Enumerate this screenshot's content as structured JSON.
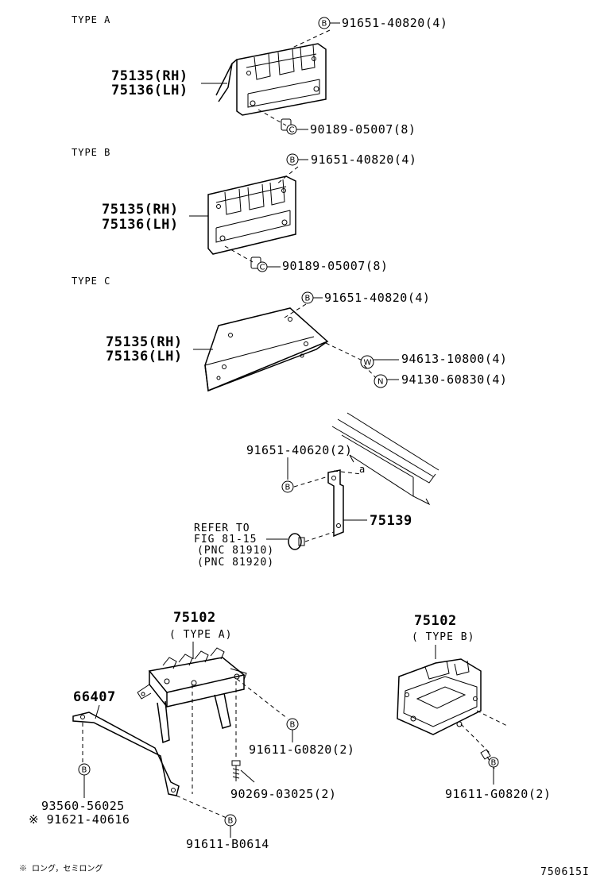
{
  "type_labels": {
    "a": "TYPE A",
    "b": "TYPE B",
    "c": "TYPE C"
  },
  "parts": {
    "p75135": "75135(RH)",
    "p75136": "75136(LH)",
    "bolt_b4": "91651-40820(4)",
    "nut_c8": "90189-05007(8)",
    "washer_w4": "94613-10800(4)",
    "nut_n4": "94130-60830(4)",
    "bolt_b2": "91651-40620(2)",
    "p75139": "75139",
    "refer_line1": "REFER TO",
    "refer_line2": "FIG 81-15",
    "refer_line3": "(PNC 81910)",
    "refer_line4": "(PNC 81920)",
    "p75102": "75102",
    "type_a_paren": "( TYPE A)",
    "type_b_paren": "( TYPE B)",
    "p66407": "66407",
    "bolt_g2": "91611-G0820(2)",
    "screw_2": "90269-03025(2)",
    "bolt_56025": "93560-56025",
    "bolt_40616": "※ 91621-40616",
    "bolt_b0614": "91611-B0614",
    "footnote": "※ ロング，セミロング",
    "figure_code": "750615I"
  },
  "symbols": {
    "b": "B",
    "c": "C",
    "w": "W",
    "n": "N"
  }
}
